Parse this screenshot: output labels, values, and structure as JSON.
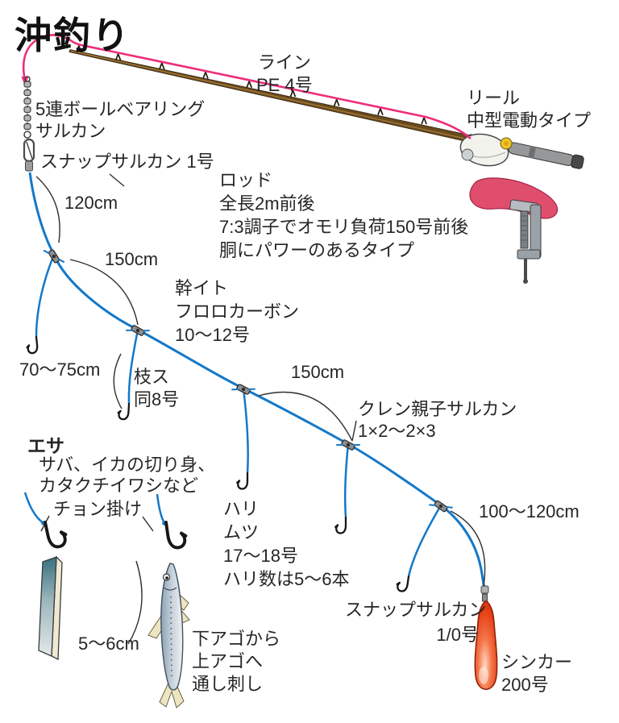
{
  "title": "沖釣り",
  "colors": {
    "main_line_blue": "#1478c8",
    "pe_line_pink": "#ee2d7a",
    "sinker_red": "#e63c12",
    "rod_brown": "#6a4b1d",
    "rod_holder_red": "#e04e6e"
  },
  "labels": {
    "line": [
      "ライン",
      "PE 4号"
    ],
    "reel": [
      "リール",
      "中型電動タイプ"
    ],
    "bearing_swivel": [
      "5連ボールベアリング",
      "サルカン"
    ],
    "snap_swivel_1": "スナップサルカン 1号",
    "rod": [
      "ロッド",
      "全長2m前後",
      "7:3調子でオモリ負荷150号前後",
      "胴にパワーのあるタイプ"
    ],
    "len_120": "120cm",
    "len_150_top": "150cm",
    "len_150_mid": "150cm",
    "main_line": [
      "幹イト",
      "フロロカーボン",
      "10〜12号"
    ],
    "len_70_75": "70〜75cm",
    "branch_line": [
      "枝ス",
      "同8号"
    ],
    "kuren_swivel": [
      "クレン親子サルカン",
      "1×2〜2×3"
    ],
    "esa_title": "エサ",
    "esa_desc": [
      "サバ、イカの切り身、",
      "カタクチイワシなど"
    ],
    "chon_gake": "チョン掛け",
    "hari": [
      "ハリ",
      "ムツ",
      "17〜18号",
      "ハリ数は5〜6本"
    ],
    "len_100_120": "100〜120cm",
    "snap_swivel_10": [
      "スナップサルカン",
      "1/0号"
    ],
    "bait_size": "5〜6cm",
    "threading": [
      "下アゴから",
      "上アゴへ",
      "通し刺し"
    ],
    "sinker": [
      "シンカー",
      "200号"
    ]
  }
}
